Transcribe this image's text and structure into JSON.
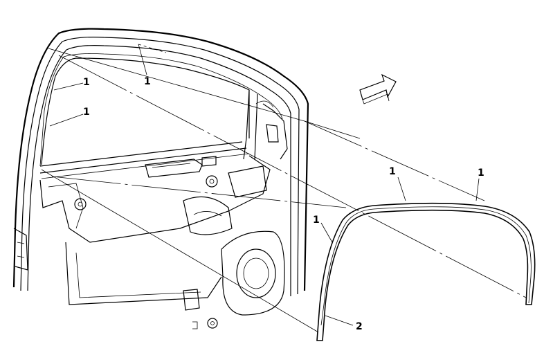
{
  "diagram": {
    "callouts": {
      "seal_upper_frame": "1",
      "seal_a_pillar_upper": "1",
      "seal_a_pillar_lower": "1",
      "seal_detached_rear": "1",
      "seal_detached_top": "1",
      "seal_detached_front": "1",
      "seal_lower": "2"
    },
    "icons": {
      "direction_arrow": "forward-arrow-icon"
    }
  }
}
